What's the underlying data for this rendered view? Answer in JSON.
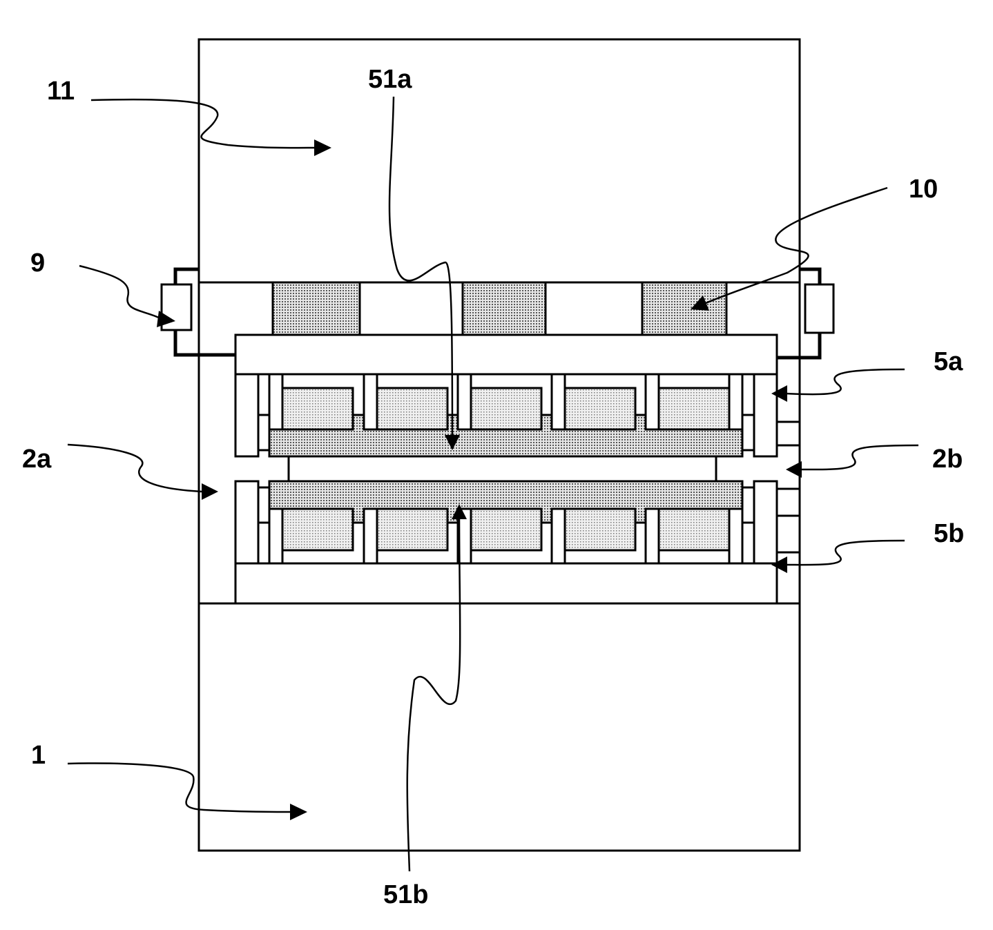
{
  "labels": {
    "l11": "11",
    "l51a": "51a",
    "l10": "10",
    "l9": "9",
    "l5a": "5a",
    "l2a": "2a",
    "l2b": "2b",
    "l5b": "5b",
    "l1": "1",
    "l51b": "51b"
  },
  "colors": {
    "stroke": "#000000",
    "background": "#ffffff",
    "hatch": "#b0b0b0"
  }
}
